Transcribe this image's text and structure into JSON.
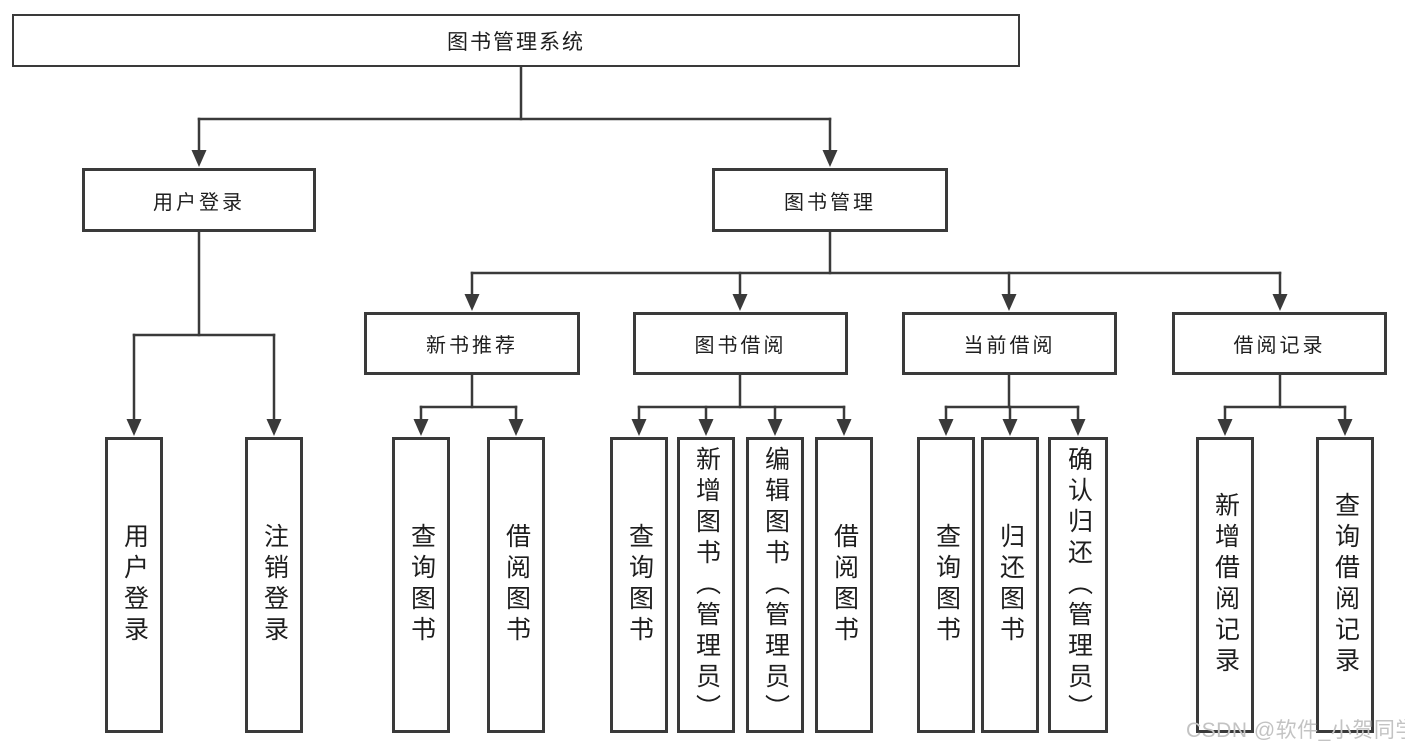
{
  "diagram": {
    "root": {
      "label": "图书管理系统"
    },
    "level2": [
      {
        "label": "用户登录"
      },
      {
        "label": "图书管理"
      }
    ],
    "level3": [
      {
        "label": "新书推荐"
      },
      {
        "label": "图书借阅"
      },
      {
        "label": "当前借阅"
      },
      {
        "label": "借阅记录"
      }
    ],
    "leaves": {
      "user_login": [
        "用户登录",
        "注销登录"
      ],
      "new_book": [
        "查询图书",
        "借阅图书"
      ],
      "book_borrow": [
        "查询图书",
        "新增图书（管理员）",
        "编辑图书（管理员）",
        "借阅图书"
      ],
      "current_borrow": [
        "查询图书",
        "归还图书",
        "确认归还（管理员）"
      ],
      "borrow_records": [
        "新增借阅记录",
        "查询借阅记录"
      ]
    }
  },
  "watermark": {
    "text": "CSDN @软件_小贺同学",
    "color": "#c3c3c3"
  },
  "colors": {
    "line": "#3a3a3a",
    "box_border": "#3a3a3a",
    "text": "#1e1e1e",
    "background": "#ffffff"
  }
}
